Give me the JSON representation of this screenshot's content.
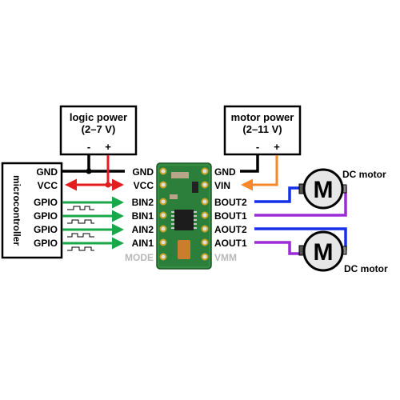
{
  "logic_power": {
    "line1": "logic power",
    "line2": "(2–7 V)",
    "minus": "-",
    "plus": "+"
  },
  "motor_power": {
    "line1": "motor power",
    "line2": "(2–11 V)",
    "minus": "-",
    "plus": "+"
  },
  "microcontroller": {
    "title": "microcontroller",
    "pins": [
      "GND",
      "VCC",
      "GPIO",
      "GPIO",
      "GPIO",
      "GPIO"
    ]
  },
  "driver_left_pins": [
    "GND",
    "VCC",
    "BIN2",
    "BIN1",
    "AIN2",
    "AIN1",
    "MODE"
  ],
  "driver_right_pins": [
    "GND",
    "VIN",
    "BOUT2",
    "BOUT1",
    "AOUT2",
    "AOUT1",
    "VMM"
  ],
  "motors": [
    {
      "symbol": "M",
      "label": "DC motor"
    },
    {
      "symbol": "M",
      "label": "DC motor"
    }
  ],
  "colors": {
    "gnd_wire": "#000000",
    "vcc_wire": "#e41e1e",
    "signal_wire": "#18a84a",
    "vin_wire": "#f7892a",
    "motor_wire_a": "#1530e6",
    "motor_wire_b": "#9b2bd6",
    "board": "#2b7f3a"
  }
}
